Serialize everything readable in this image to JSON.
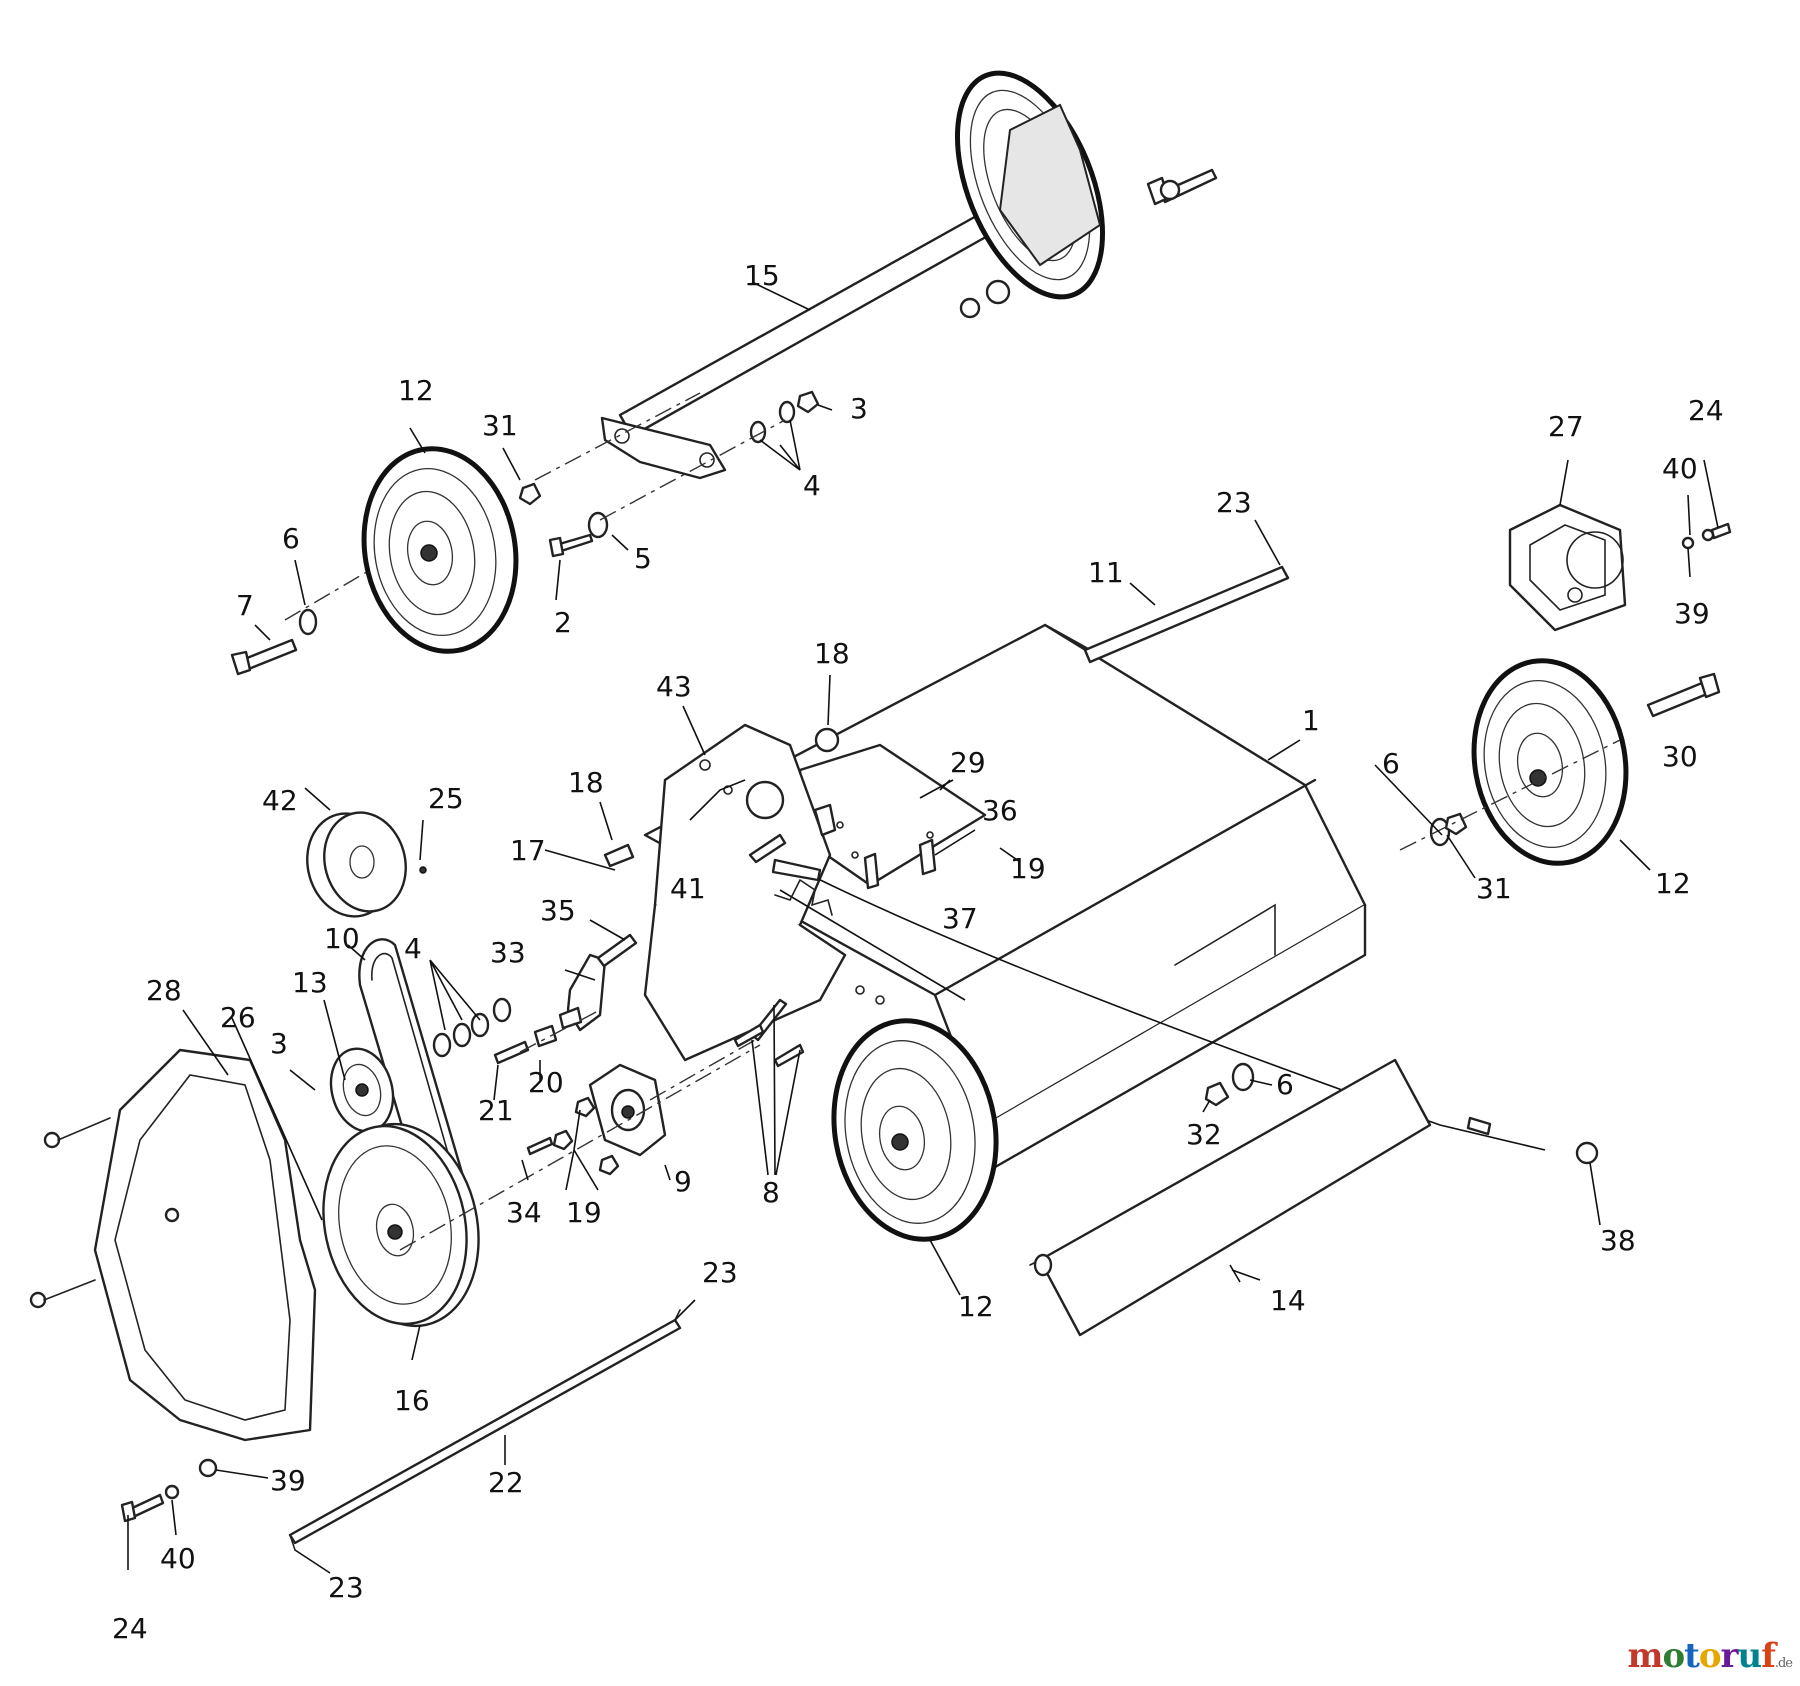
{
  "callouts": {
    "c1": "1",
    "c2": "2",
    "c3a": "3",
    "c3b": "3",
    "c4a": "4",
    "c4b": "4",
    "c5": "5",
    "c6a": "6",
    "c6b": "6",
    "c6c": "6",
    "c7": "7",
    "c8": "8",
    "c9": "9",
    "c10": "10",
    "c11": "11",
    "c12a": "12",
    "c12b": "12",
    "c12c": "12",
    "c13": "13",
    "c14": "14",
    "c15": "15",
    "c16": "16",
    "c17": "17",
    "c18a": "18",
    "c18b": "18",
    "c19a": "19",
    "c19b": "19",
    "c20": "20",
    "c21": "21",
    "c22": "22",
    "c23a": "23",
    "c23b": "23",
    "c23c": "23",
    "c24a": "24",
    "c24b": "24",
    "c25": "25",
    "c26": "26",
    "c27": "27",
    "c28": "28",
    "c29": "29",
    "c30": "30",
    "c31a": "31",
    "c31b": "31",
    "c32": "32",
    "c33": "33",
    "c34": "34",
    "c35": "35",
    "c36": "36",
    "c37": "37",
    "c38": "38",
    "c39a": "39",
    "c39b": "39",
    "c40a": "40",
    "c40b": "40",
    "c41": "41",
    "c42": "42",
    "c43": "43"
  },
  "watermark": {
    "letters": [
      "m",
      "o",
      "t",
      "o",
      "r",
      "u",
      "f"
    ],
    "letter_colors": [
      "#c0392b",
      "#2e7d32",
      "#1565c0",
      "#e6a700",
      "#6a1b9a",
      "#00838f",
      "#d84315"
    ],
    "tld": ".de"
  }
}
